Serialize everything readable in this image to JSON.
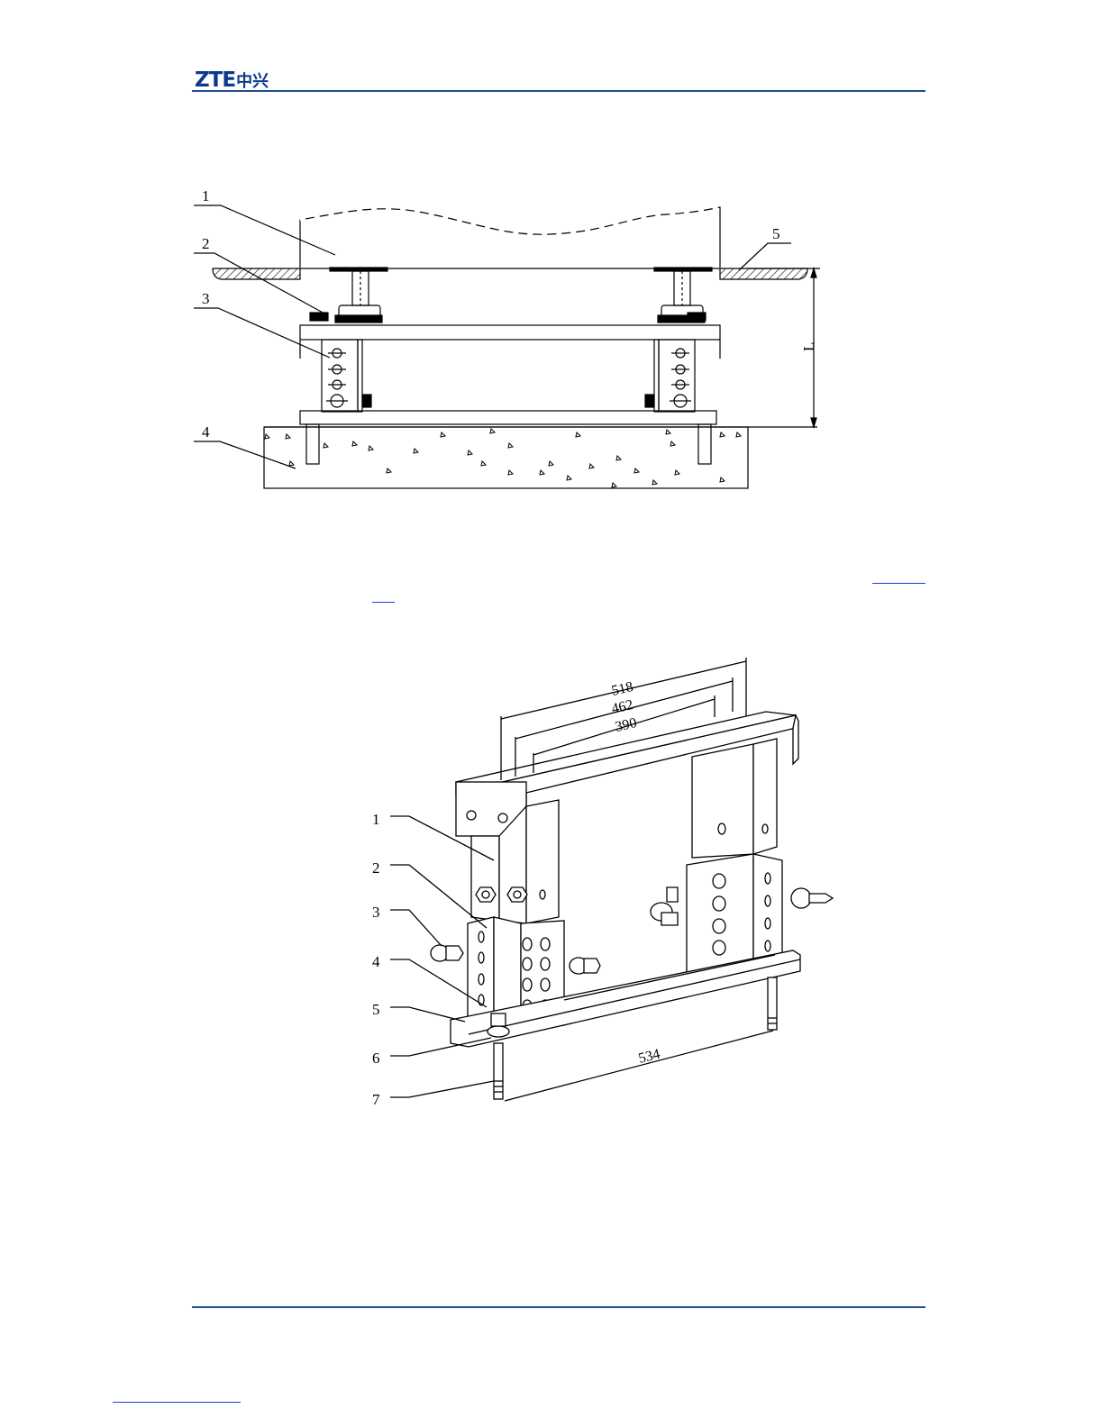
{
  "header": {
    "logo_latin": "ZTE",
    "logo_cjk": "中兴"
  },
  "figure1": {
    "callouts": [
      "1",
      "2",
      "3",
      "4",
      "5"
    ],
    "dimension_label": "L"
  },
  "figure2": {
    "callouts": [
      "1",
      "2",
      "3",
      "4",
      "5",
      "6",
      "7"
    ],
    "dimensions": [
      "518",
      "462",
      "390",
      "534"
    ]
  },
  "colors": {
    "brand": "#0b3a8c",
    "rule": "#1f4e8c",
    "link": "#1a3fd6"
  }
}
